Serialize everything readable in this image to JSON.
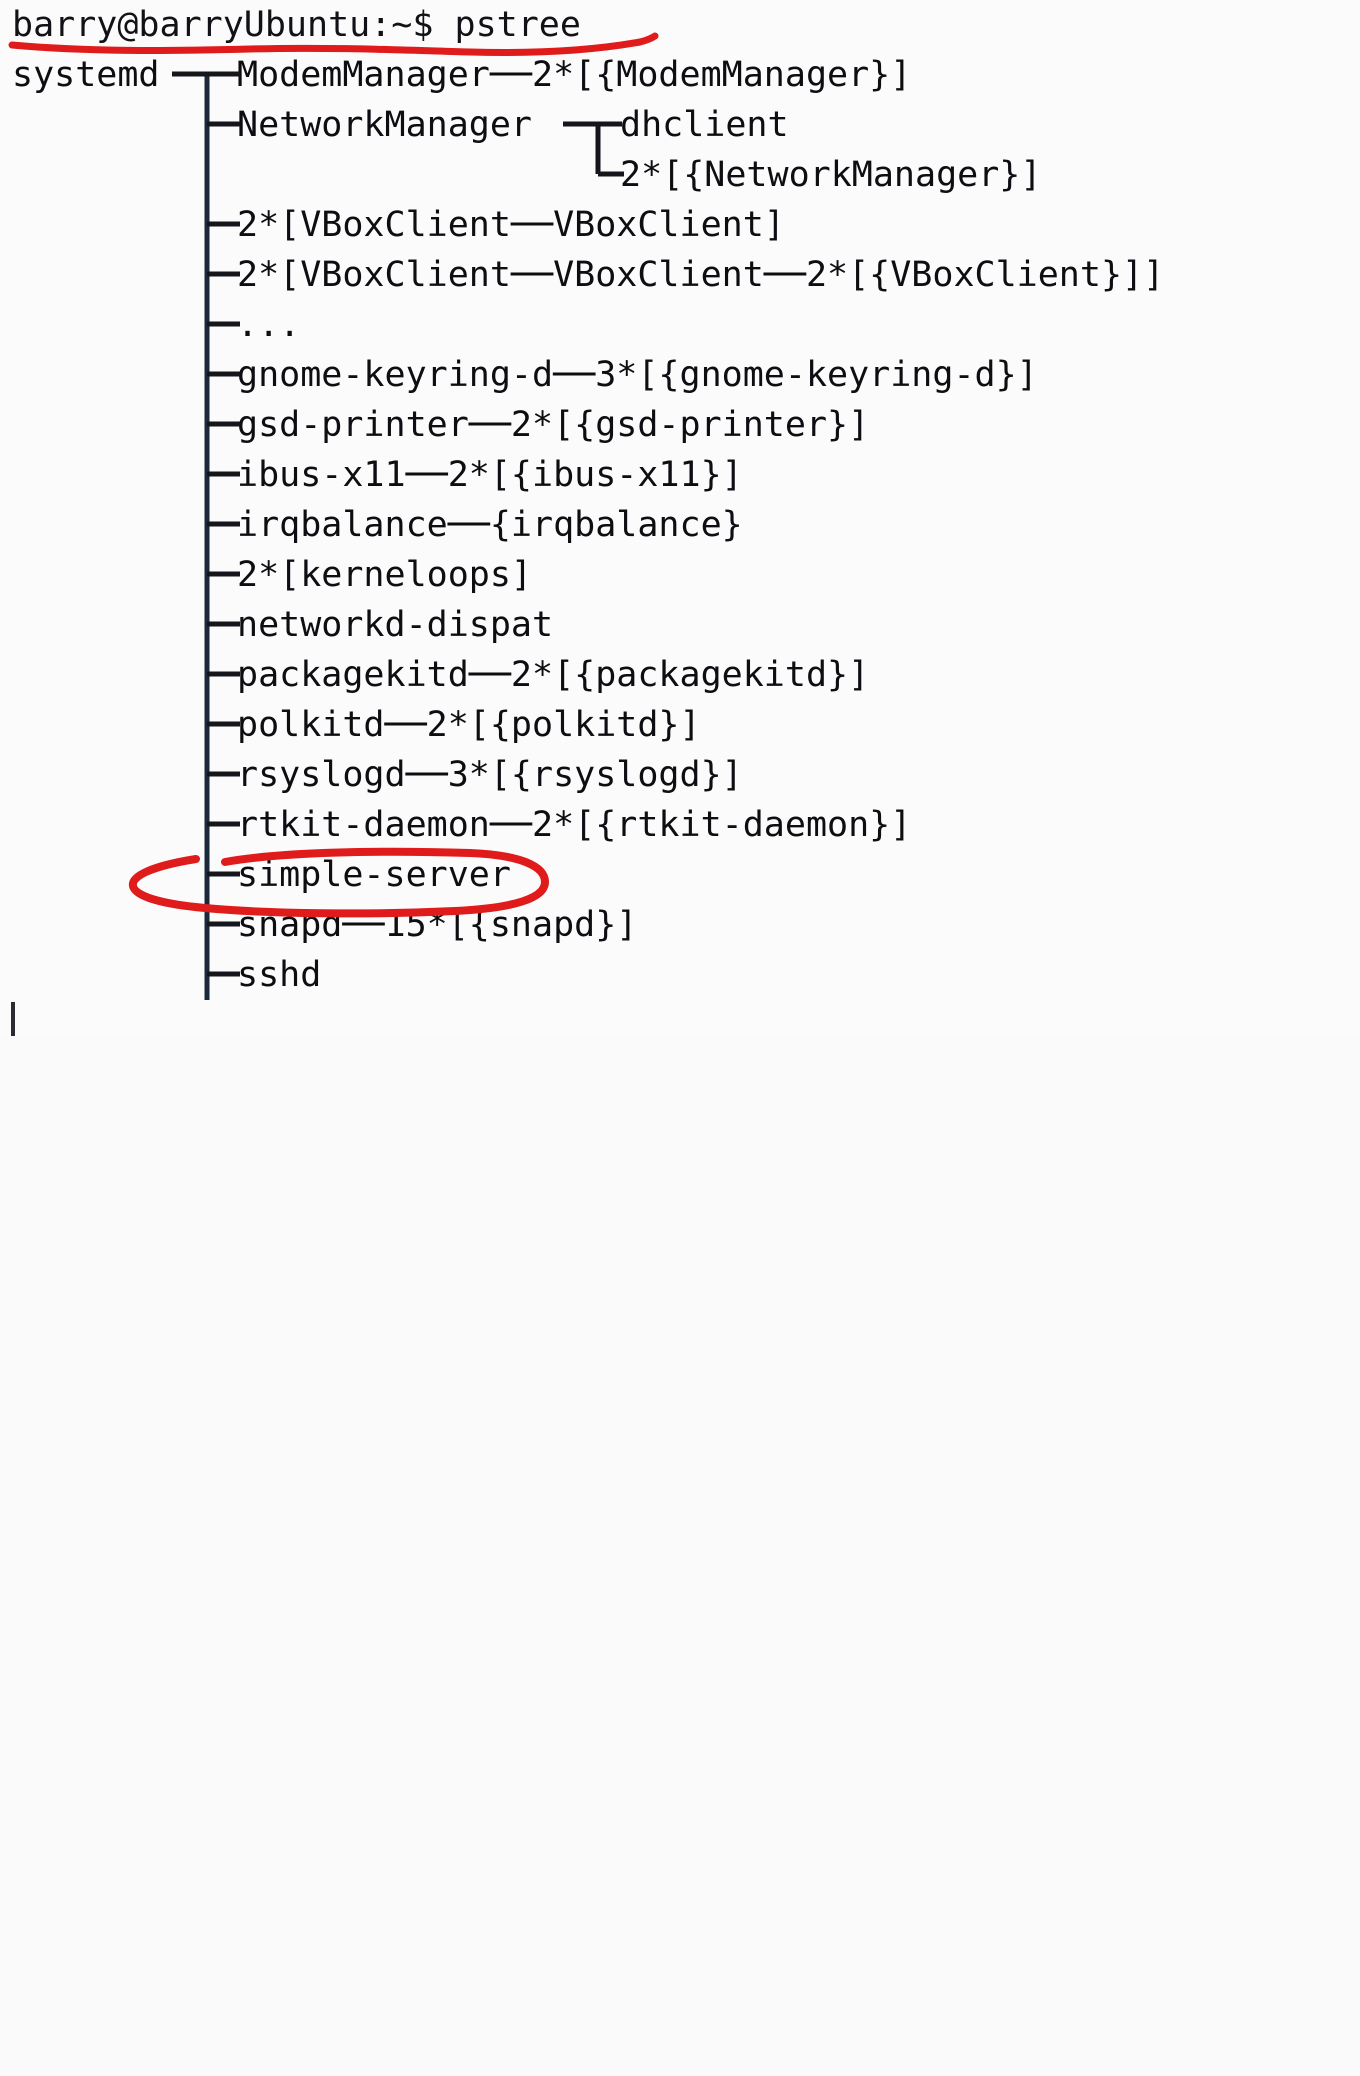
{
  "terminal": {
    "background_color": "#fbfbfc",
    "text_color": "#0d0d12",
    "tree_line_color": "#1b2a3a",
    "annotation_color": "#e01b1b",
    "prompt_line": "barry@barryUbuntu:~$ pstree",
    "prompt": {
      "user": "barry",
      "at": "@",
      "host": "barryUbuntu",
      "separator": ":",
      "path": "~",
      "sigil": "$",
      "command": "pstree"
    },
    "root_process": "systemd",
    "cursor": "block-caret"
  },
  "tree": {
    "root_label": "systemd",
    "branches": [
      {
        "index": 0,
        "name": "ModemManager",
        "connector": "──",
        "children_text": "2*[{ModemManager}]",
        "full_text": "ModemManager──2*[{ModemManager}]",
        "has_subtree": false
      },
      {
        "index": 1,
        "name": "NetworkManager",
        "connector": "─┬",
        "children_text": "",
        "full_text": "NetworkManager",
        "has_subtree": true,
        "subtree": [
          {
            "glyph": "┌─",
            "text": "dhclient"
          },
          {
            "glyph": "└─",
            "text": "2*[{NetworkManager}]"
          }
        ]
      },
      {
        "index": 2,
        "name": "2*[VBoxClient",
        "connector": "──",
        "children_text": "VBoxClient]",
        "full_text": "2*[VBoxClient──VBoxClient]",
        "has_subtree": false
      },
      {
        "index": 3,
        "name": "2*[VBoxClient",
        "connector": "──",
        "children_text": "VBoxClient──2*[{VBoxClient}]]",
        "full_text": "2*[VBoxClient──VBoxClient──2*[{VBoxClient}]]",
        "has_subtree": false
      },
      {
        "index": 4,
        "name": "...",
        "connector": "",
        "children_text": "",
        "full_text": "...",
        "has_subtree": false
      },
      {
        "index": 5,
        "name": "gnome-keyring-d",
        "connector": "──",
        "children_text": "3*[{gnome-keyring-d}]",
        "full_text": "gnome-keyring-d──3*[{gnome-keyring-d}]",
        "has_subtree": false
      },
      {
        "index": 6,
        "name": "gsd-printer",
        "connector": "──",
        "children_text": "2*[{gsd-printer}]",
        "full_text": "gsd-printer──2*[{gsd-printer}]",
        "has_subtree": false
      },
      {
        "index": 7,
        "name": "ibus-x11",
        "connector": "──",
        "children_text": "2*[{ibus-x11}]",
        "full_text": "ibus-x11──2*[{ibus-x11}]",
        "has_subtree": false
      },
      {
        "index": 8,
        "name": "irqbalance",
        "connector": "──",
        "children_text": "{irqbalance}",
        "full_text": "irqbalance──{irqbalance}",
        "has_subtree": false
      },
      {
        "index": 9,
        "name": "2*[kerneloops]",
        "connector": "",
        "children_text": "",
        "full_text": "2*[kerneloops]",
        "has_subtree": false
      },
      {
        "index": 10,
        "name": "networkd-dispat",
        "connector": "",
        "children_text": "",
        "full_text": "networkd-dispat",
        "has_subtree": false
      },
      {
        "index": 11,
        "name": "packagekitd",
        "connector": "──",
        "children_text": "2*[{packagekitd}]",
        "full_text": "packagekitd──2*[{packagekitd}]",
        "has_subtree": false
      },
      {
        "index": 12,
        "name": "polkitd",
        "connector": "──",
        "children_text": "2*[{polkitd}]",
        "full_text": "polkitd──2*[{polkitd}]",
        "has_subtree": false
      },
      {
        "index": 13,
        "name": "rsyslogd",
        "connector": "──",
        "children_text": "3*[{rsyslogd}]",
        "full_text": "rsyslogd──3*[{rsyslogd}]",
        "has_subtree": false
      },
      {
        "index": 14,
        "name": "rtkit-daemon",
        "connector": "──",
        "children_text": "2*[{rtkit-daemon}]",
        "full_text": "rtkit-daemon──2*[{rtkit-daemon}]",
        "has_subtree": false
      },
      {
        "index": 15,
        "name": "simple-server",
        "connector": "",
        "children_text": "",
        "full_text": "simple-server",
        "has_subtree": false,
        "highlighted": true
      },
      {
        "index": 16,
        "name": "snapd",
        "connector": "──",
        "children_text": "15*[{snapd}]",
        "full_text": "snapd──15*[{snapd}]",
        "has_subtree": false
      },
      {
        "index": 17,
        "name": "sshd",
        "connector": "",
        "children_text": "",
        "full_text": "sshd",
        "has_subtree": false
      }
    ]
  },
  "lines": [
    "barry@barryUbuntu:~$ pstree",
    "ModemManager──2*[{ModemManager}]",
    "NetworkManager",
    "dhclient",
    "2*[{NetworkManager}]",
    "2*[VBoxClient──VBoxClient]",
    "2*[VBoxClient──VBoxClient──2*[{VBoxClient}]]",
    "...",
    "gnome-keyring-d──3*[{gnome-keyring-d}]",
    "gsd-printer──2*[{gsd-printer}]",
    "ibus-x11──2*[{ibus-x11}]",
    "irqbalance──{irqbalance}",
    "2*[kerneloops]",
    "networkd-dispat",
    "packagekitd──2*[{packagekitd}]",
    "polkitd──2*[{polkitd}]",
    "rsyslogd──3*[{rsyslogd}]",
    "rtkit-daemon──2*[{rtkit-daemon}]",
    "simple-server",
    "snapd──15*[{snapd}]",
    "sshd"
  ],
  "annotations": [
    {
      "id": "prompt-underline",
      "type": "underline",
      "target_text": "barry@barryUbuntu:~$ pstree",
      "color": "#e01b1b"
    },
    {
      "id": "simple-server-circle",
      "type": "ellipse",
      "target_text": "simple-server",
      "color": "#e01b1b"
    }
  ]
}
